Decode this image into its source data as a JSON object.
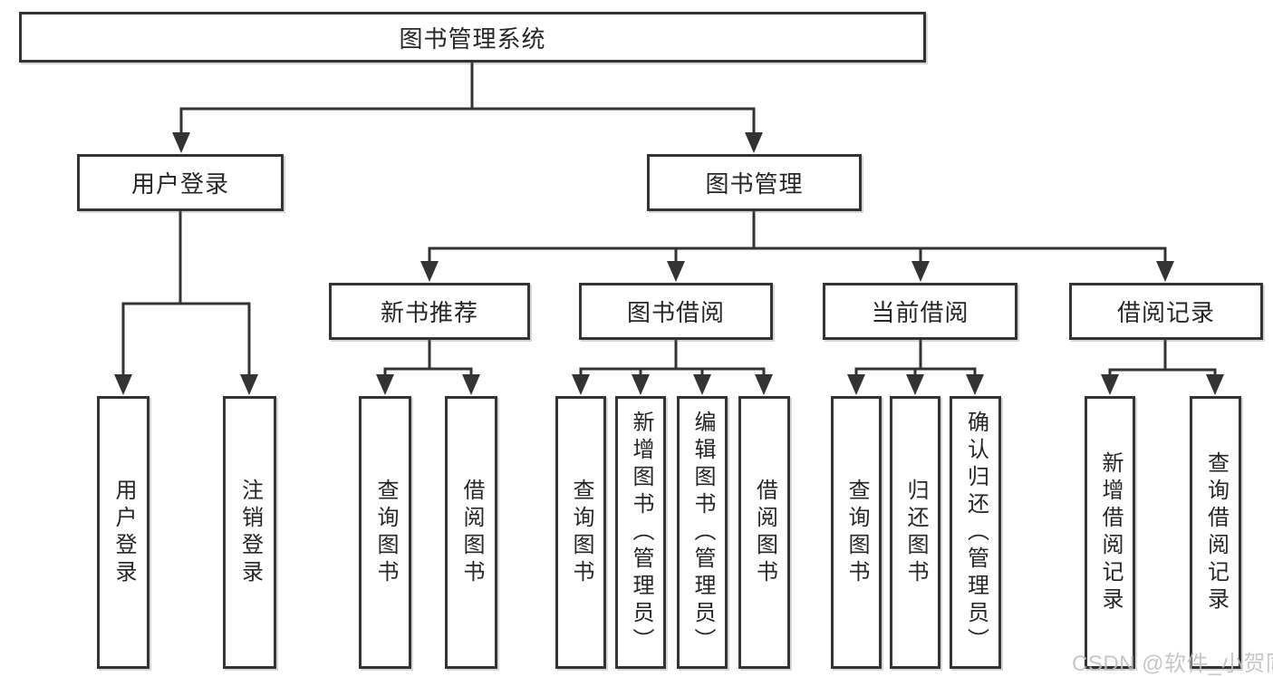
{
  "colors": {
    "line": "#333333",
    "text": "#262626",
    "watermark": "#c0c0c0",
    "background": "#ffffff"
  },
  "watermark": "CSDN @软件_小贺同学",
  "tree": {
    "root": "图书管理系统",
    "user_login": {
      "label": "用户登录",
      "children": [
        "用户登录",
        "注销登录"
      ]
    },
    "book_management": {
      "label": "图书管理",
      "sections": [
        {
          "label": "新书推荐",
          "children": [
            "查询图书",
            "借阅图书"
          ]
        },
        {
          "label": "图书借阅",
          "children": [
            "查询图书",
            "新增图书（管理员）",
            "编辑图书（管理员）",
            "借阅图书"
          ]
        },
        {
          "label": "当前借阅",
          "children": [
            "查询图书",
            "归还图书",
            "确认归还（管理员）"
          ]
        },
        {
          "label": "借阅记录",
          "children": [
            "新增借阅记录",
            "查询借阅记录"
          ]
        }
      ]
    }
  }
}
